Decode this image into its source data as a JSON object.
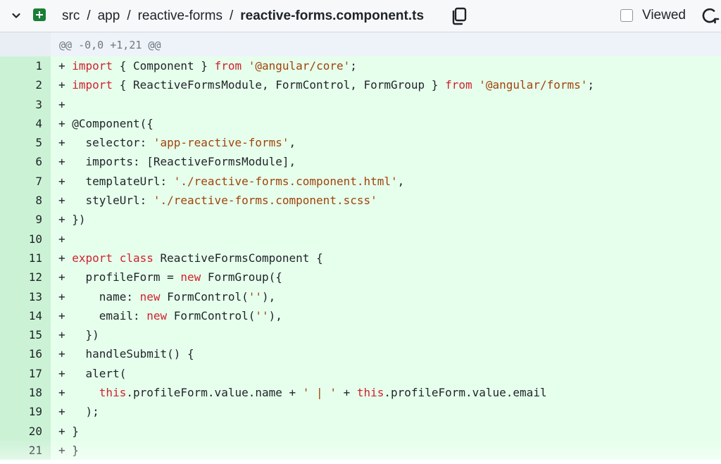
{
  "file_header": {
    "breadcrumb": [
      "src",
      "app",
      "reactive-forms"
    ],
    "separator": "/",
    "file_name": "reactive-forms.component.ts",
    "viewed_label": "Viewed",
    "viewed_checked": false
  },
  "hunk": {
    "header": "@@ -0,0 +1,21 @@"
  },
  "colors": {
    "added_line_bg": "#e6ffec",
    "added_gutter_bg": "#ccf2d6",
    "keyword": "#cf222e",
    "string": "#a0430a",
    "added_icon": "#1a7f37"
  },
  "lines": [
    {
      "num": "1",
      "tokens": [
        [
          "+ ",
          ""
        ],
        [
          "import",
          "kw"
        ],
        [
          " { Component } ",
          ""
        ],
        [
          "from",
          "kw"
        ],
        [
          " ",
          ""
        ],
        [
          "'@angular/core'",
          "str"
        ],
        [
          ";",
          ""
        ]
      ]
    },
    {
      "num": "2",
      "tokens": [
        [
          "+ ",
          ""
        ],
        [
          "import",
          "kw"
        ],
        [
          " { ReactiveFormsModule, FormControl, FormGroup } ",
          ""
        ],
        [
          "from",
          "kw"
        ],
        [
          " ",
          ""
        ],
        [
          "'@angular/forms'",
          "str"
        ],
        [
          ";",
          ""
        ]
      ]
    },
    {
      "num": "3",
      "tokens": [
        [
          "+",
          ""
        ]
      ]
    },
    {
      "num": "4",
      "tokens": [
        [
          "+ @Component({",
          ""
        ]
      ]
    },
    {
      "num": "5",
      "tokens": [
        [
          "+   selector: ",
          ""
        ],
        [
          "'app-reactive-forms'",
          "str"
        ],
        [
          ",",
          ""
        ]
      ]
    },
    {
      "num": "6",
      "tokens": [
        [
          "+   imports: [ReactiveFormsModule],",
          ""
        ]
      ]
    },
    {
      "num": "7",
      "tokens": [
        [
          "+   templateUrl: ",
          ""
        ],
        [
          "'./reactive-forms.component.html'",
          "str"
        ],
        [
          ",",
          ""
        ]
      ]
    },
    {
      "num": "8",
      "tokens": [
        [
          "+   styleUrl: ",
          ""
        ],
        [
          "'./reactive-forms.component.scss'",
          "str"
        ]
      ]
    },
    {
      "num": "9",
      "tokens": [
        [
          "+ })",
          ""
        ]
      ]
    },
    {
      "num": "10",
      "tokens": [
        [
          "+",
          ""
        ]
      ]
    },
    {
      "num": "11",
      "tokens": [
        [
          "+ ",
          ""
        ],
        [
          "export",
          "kw"
        ],
        [
          " ",
          ""
        ],
        [
          "class",
          "kw"
        ],
        [
          " ReactiveFormsComponent {",
          ""
        ]
      ]
    },
    {
      "num": "12",
      "tokens": [
        [
          "+   profileForm = ",
          ""
        ],
        [
          "new",
          "kw"
        ],
        [
          " FormGroup({",
          ""
        ]
      ]
    },
    {
      "num": "13",
      "tokens": [
        [
          "+     name: ",
          ""
        ],
        [
          "new",
          "kw"
        ],
        [
          " FormControl(",
          ""
        ],
        [
          "''",
          "str"
        ],
        [
          "),",
          ""
        ]
      ]
    },
    {
      "num": "14",
      "tokens": [
        [
          "+     email: ",
          ""
        ],
        [
          "new",
          "kw"
        ],
        [
          " FormControl(",
          ""
        ],
        [
          "''",
          "str"
        ],
        [
          "),",
          ""
        ]
      ]
    },
    {
      "num": "15",
      "tokens": [
        [
          "+   })",
          ""
        ]
      ]
    },
    {
      "num": "16",
      "tokens": [
        [
          "+   handleSubmit() {",
          ""
        ]
      ]
    },
    {
      "num": "17",
      "tokens": [
        [
          "+   alert(",
          ""
        ]
      ]
    },
    {
      "num": "18",
      "tokens": [
        [
          "+     ",
          ""
        ],
        [
          "this",
          "kw"
        ],
        [
          ".profileForm.value.name + ",
          ""
        ],
        [
          "' | '",
          "str"
        ],
        [
          " + ",
          ""
        ],
        [
          "this",
          "kw"
        ],
        [
          ".profileForm.value.email",
          ""
        ]
      ]
    },
    {
      "num": "19",
      "tokens": [
        [
          "+   );",
          ""
        ]
      ]
    },
    {
      "num": "20",
      "tokens": [
        [
          "+ }",
          ""
        ]
      ]
    },
    {
      "num": "21",
      "tokens": [
        [
          "+ }",
          ""
        ]
      ]
    }
  ]
}
